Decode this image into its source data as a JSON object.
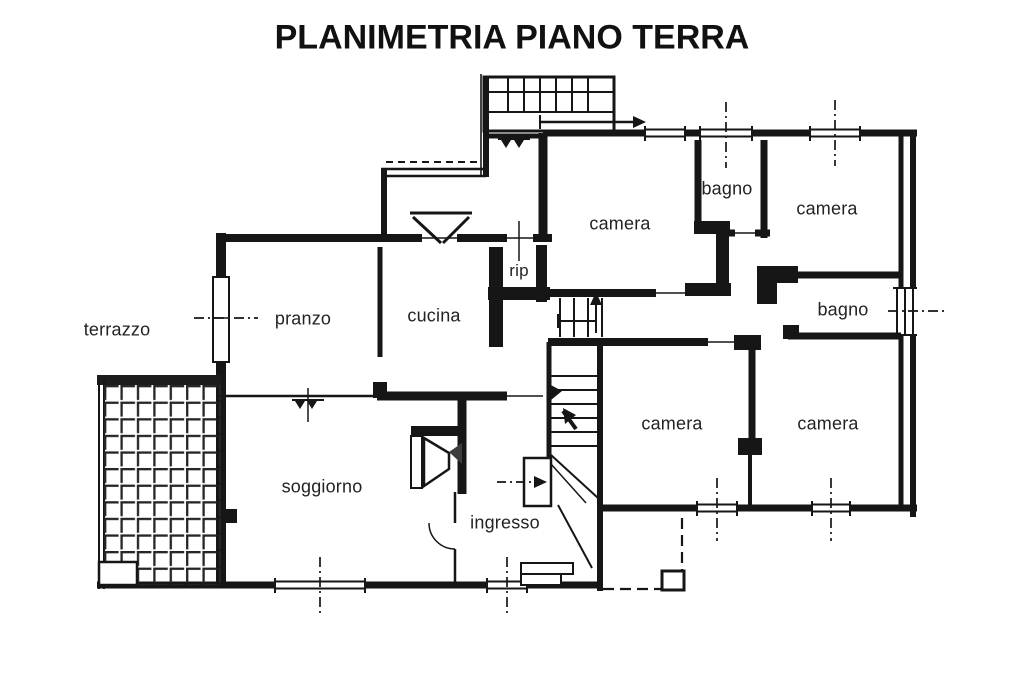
{
  "title": "PLANIMETRIA PIANO TERRA",
  "rooms": [
    {
      "id": "terrazzo",
      "label": "terrazzo"
    },
    {
      "id": "pranzo",
      "label": "pranzo"
    },
    {
      "id": "cucina",
      "label": "cucina"
    },
    {
      "id": "rip",
      "label": "rip"
    },
    {
      "id": "camera-nord-ovest",
      "label": "camera"
    },
    {
      "id": "bagno-nord",
      "label": "bagno"
    },
    {
      "id": "camera-nord-est",
      "label": "camera"
    },
    {
      "id": "bagno-est",
      "label": "bagno"
    },
    {
      "id": "soggiorno",
      "label": "soggiorno"
    },
    {
      "id": "ingresso",
      "label": "ingresso"
    },
    {
      "id": "camera-sud-ovest",
      "label": "camera"
    },
    {
      "id": "camera-sud-est",
      "label": "camera"
    }
  ],
  "colors": {
    "background": "#ffffff",
    "walls": "#161616",
    "text": "#232323"
  }
}
